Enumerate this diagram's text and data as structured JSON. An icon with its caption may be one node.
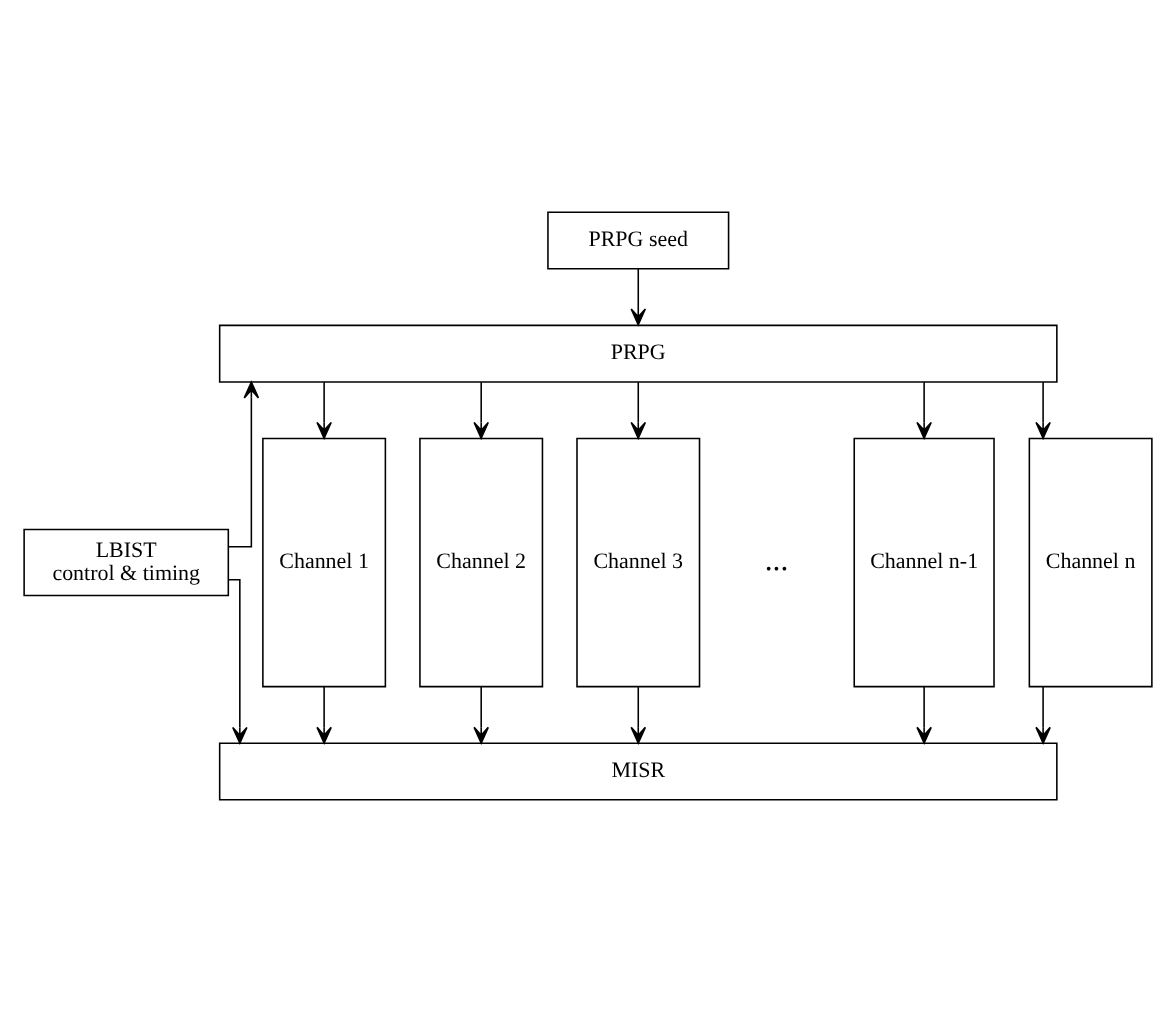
{
  "diagram": {
    "nodes": [
      {
        "text": [
          "PRPG seed"
        ]
      },
      {
        "text": [
          "PRPG"
        ]
      },
      {
        "text": [
          "LBIST",
          "control & timing"
        ]
      },
      {
        "text": [
          "Channel 1"
        ]
      },
      {
        "text": [
          "Channel 2"
        ]
      },
      {
        "text": [
          "Channel 3"
        ]
      },
      {
        "text": [
          "Channel n-1"
        ]
      },
      {
        "text": [
          "Channel n"
        ]
      },
      {
        "text": [
          "MISR"
        ]
      }
    ],
    "edges": [
      {
        "from": 0,
        "to": 1,
        "arrow": "to"
      },
      {
        "from": 2,
        "to": 1,
        "arrow": "to"
      },
      {
        "from": 2,
        "to": 8,
        "arrow": "to"
      },
      {
        "from": 1,
        "to": 3,
        "arrow": "to"
      },
      {
        "from": 1,
        "to": 4,
        "arrow": "to"
      },
      {
        "from": 1,
        "to": 5,
        "arrow": "to"
      },
      {
        "from": 1,
        "to": 6,
        "arrow": "to"
      },
      {
        "from": 1,
        "to": 7,
        "arrow": "to"
      },
      {
        "from": 3,
        "to": 8,
        "arrow": "to"
      },
      {
        "from": 4,
        "to": 8,
        "arrow": "to"
      },
      {
        "from": 5,
        "to": 8,
        "arrow": "to"
      },
      {
        "from": 6,
        "to": 8,
        "arrow": "to"
      },
      {
        "from": 7,
        "to": 8,
        "arrow": "to"
      }
    ],
    "labels": [
      "..."
    ]
  }
}
